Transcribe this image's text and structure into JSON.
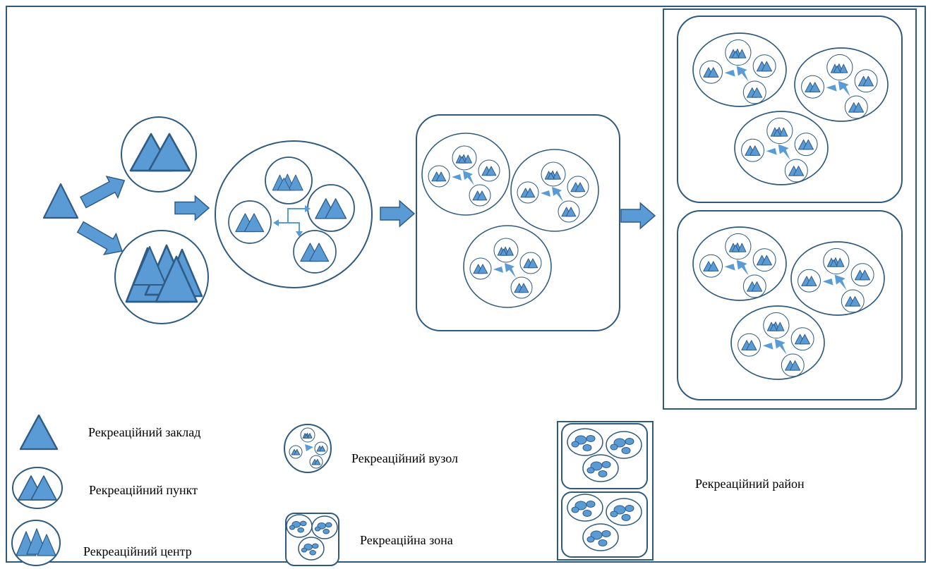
{
  "legend": {
    "zaklad": "Рекреаційний заклад",
    "punkt": "Рекреаційний пункт",
    "tsentr": "Рекреаційний центр",
    "vuzol": "Рекреаційний вузол",
    "zona": "Рекреаційна зона",
    "raion": "Рекреаційний район"
  },
  "colors": {
    "fill": "#5b9bd5",
    "stroke": "#2f5c87",
    "frame": "#2f5a7e"
  },
  "icons": {
    "zaklad": "triangle-icon",
    "punkt": "circle-with-triangles-icon",
    "tsentr": "circle-with-many-triangles-icon",
    "vuzol": "node-cluster-icon",
    "zona": "zone-box-icon",
    "raion": "district-box-icon"
  }
}
